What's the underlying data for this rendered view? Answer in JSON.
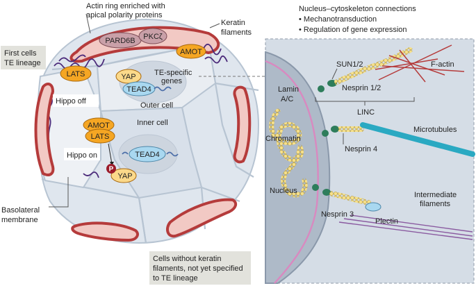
{
  "top_labels": {
    "actin_ring": [
      "Actin ring enriched with",
      "apical polarity proteins"
    ],
    "keratin": [
      "Keratin",
      "filaments"
    ]
  },
  "callouts": {
    "first_cells": [
      "First cells",
      "TE lineage"
    ],
    "hippo_off": "Hippo off",
    "hippo_on": "Hippo on",
    "basolateral": [
      "Basolateral",
      "membrane"
    ],
    "no_keratin": [
      "Cells without keratin",
      "filaments, not yet specified",
      "to TE lineage"
    ]
  },
  "proteins": {
    "pard6b": "PARD6B",
    "pkcz": "PKCζ",
    "amot_top": "AMOT",
    "lats_outer": "LATS",
    "yap_outer": "YAP",
    "tead4_outer": "TEAD4",
    "te_genes": [
      "TE-specific",
      "genes"
    ],
    "outer_cell": "Outer cell",
    "inner_cell": "Inner cell",
    "amot_inner": "AMOT",
    "lats_inner": "LATS",
    "tead4_inner": "TEAD4",
    "p_badge": "P",
    "yap_inner": "YAP"
  },
  "nucleus_panel": {
    "title": "Nucleus–cytoskeleton connections",
    "bullets": [
      "Mechanotransduction",
      "Regulation of gene expression"
    ],
    "labels": {
      "sun": "SUN1/2",
      "factin": "F-actin",
      "lamin": [
        "Lamin",
        "A/C"
      ],
      "nesprin12": "Nesprin 1/2",
      "linc": "LINC",
      "microtubules": "Microtubules",
      "chromatin": "Chromatin",
      "nesprin4": "Nesprin 4",
      "nucleus": "Nucleus",
      "intermediate": [
        "Intermediate",
        "filaments"
      ],
      "nesprin3": "Nesprin 3",
      "plectin": "Plectin"
    }
  },
  "colors": {
    "cell_fill": "#dfe6ee",
    "cell_edge": "#b7c4d2",
    "actin_red": "#b53b3b",
    "pink_fill": "#f2c9c4",
    "keratin_purple": "#4b2a7a",
    "orange": "#f5a623",
    "yap_fill": "#fbd98a",
    "tead_fill": "#a9d8f0",
    "panel_bg": "#d5dde6",
    "nucleus_fill": "#aebac8",
    "green": "#2e7d5b",
    "cyan": "#2aa9c2",
    "callout_bg": "#e2e2dc"
  }
}
